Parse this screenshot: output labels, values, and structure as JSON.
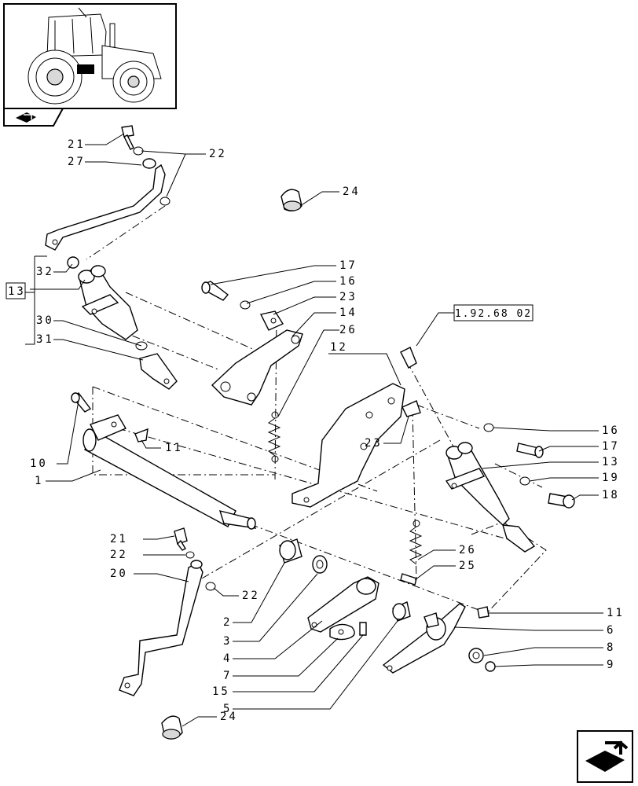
{
  "thumbnail": {
    "icon": "tractor-thumbnail"
  },
  "nav": {
    "prev_icon": "prev-page-arrow-icon",
    "next_icon": "next-page-arrow-icon"
  },
  "reference": {
    "text": "1.92.68 02"
  },
  "callouts": [
    {
      "id": "c-21a",
      "text": "21"
    },
    {
      "id": "c-27",
      "text": "27"
    },
    {
      "id": "c-22a",
      "text": "22"
    },
    {
      "id": "c-24a",
      "text": "24"
    },
    {
      "id": "c-32",
      "text": "32"
    },
    {
      "id": "c-13a",
      "text": "13"
    },
    {
      "id": "c-30",
      "text": "30"
    },
    {
      "id": "c-31",
      "text": "31"
    },
    {
      "id": "c-17a",
      "text": "17"
    },
    {
      "id": "c-16a",
      "text": "16"
    },
    {
      "id": "c-23a",
      "text": "23"
    },
    {
      "id": "c-14",
      "text": "14"
    },
    {
      "id": "c-26a",
      "text": "26"
    },
    {
      "id": "c-12",
      "text": "12"
    },
    {
      "id": "c-10",
      "text": "10"
    },
    {
      "id": "c-11a",
      "text": "11"
    },
    {
      "id": "c-1",
      "text": "1"
    },
    {
      "id": "c-23b",
      "text": "23"
    },
    {
      "id": "c-16b",
      "text": "16"
    },
    {
      "id": "c-17b",
      "text": "17"
    },
    {
      "id": "c-13b",
      "text": "13"
    },
    {
      "id": "c-19",
      "text": "19"
    },
    {
      "id": "c-18",
      "text": "18"
    },
    {
      "id": "c-21b",
      "text": "21"
    },
    {
      "id": "c-22b",
      "text": "22"
    },
    {
      "id": "c-20",
      "text": "20"
    },
    {
      "id": "c-22c",
      "text": "22"
    },
    {
      "id": "c-26b",
      "text": "26"
    },
    {
      "id": "c-25",
      "text": "25"
    },
    {
      "id": "c-2",
      "text": "2"
    },
    {
      "id": "c-3",
      "text": "3"
    },
    {
      "id": "c-4",
      "text": "4"
    },
    {
      "id": "c-7",
      "text": "7"
    },
    {
      "id": "c-15",
      "text": "15"
    },
    {
      "id": "c-5",
      "text": "5"
    },
    {
      "id": "c-11b",
      "text": "11"
    },
    {
      "id": "c-6",
      "text": "6"
    },
    {
      "id": "c-8",
      "text": "8"
    },
    {
      "id": "c-9",
      "text": "9"
    },
    {
      "id": "c-24b",
      "text": "24"
    }
  ]
}
